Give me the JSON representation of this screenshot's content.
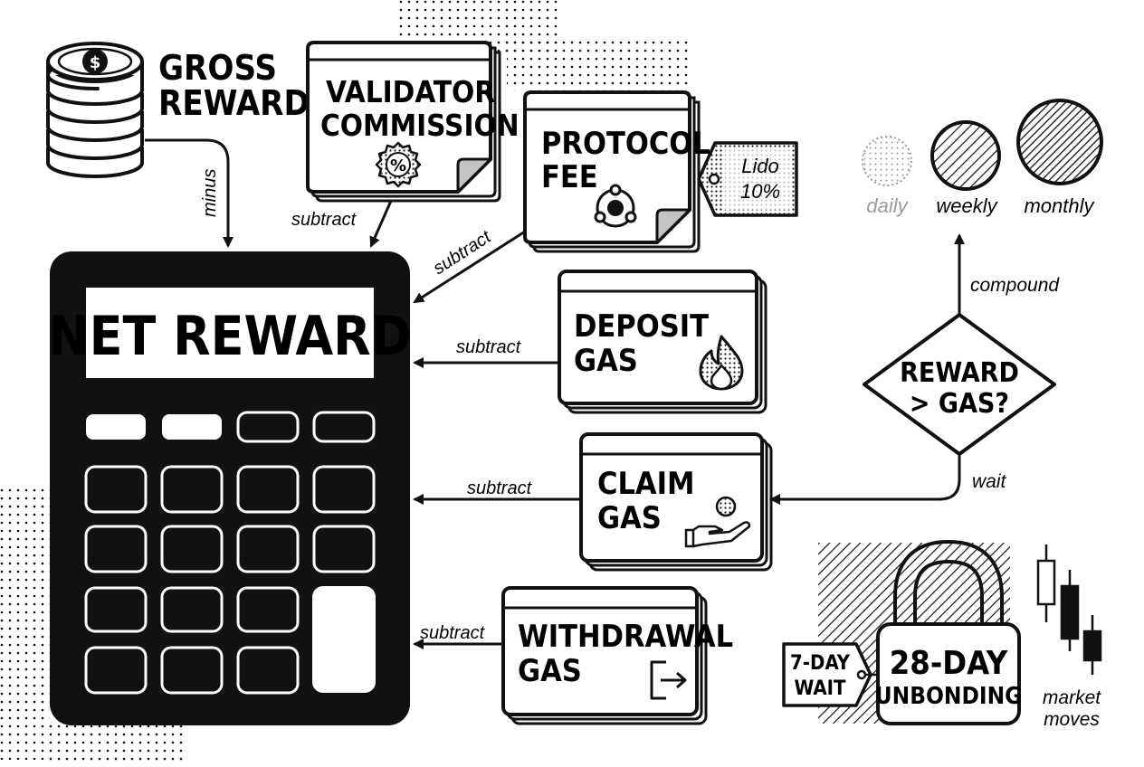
{
  "gross": {
    "line1": "GROSS",
    "line2": "REWARD",
    "edge_label": "minus"
  },
  "calculator": {
    "display": "NET REWARD"
  },
  "validator": {
    "line1": "VALIDATOR",
    "line2": "COMMISSION",
    "icon": "percent-badge-icon",
    "edge_label": "subtract"
  },
  "protocol": {
    "line1": "PROTOCOL",
    "line2": "FEE",
    "icon": "lido-logo-icon",
    "edge_label": "subtract",
    "tag": {
      "line1": "Lido",
      "line2": "10%"
    }
  },
  "deposit": {
    "line1": "DEPOSIT",
    "line2": "GAS",
    "icon": "flame-icon",
    "edge_label": "subtract"
  },
  "claim": {
    "line1": "CLAIM",
    "line2": "GAS",
    "icon": "hand-coin-icon",
    "edge_label": "subtract"
  },
  "withdrawal": {
    "line1": "WITHDRAWAL",
    "line2": "GAS",
    "icon": "exit-arrow-icon",
    "edge_label": "subtract"
  },
  "decision": {
    "line1": "REWARD",
    "line2": "> GAS?",
    "yes_label": "compound",
    "no_label": "wait"
  },
  "frequency": {
    "daily": "daily",
    "weekly": "weekly",
    "monthly": "monthly"
  },
  "lock": {
    "line1": "28-DAY",
    "line2": "UNBONDING",
    "icon": "padlock-icon",
    "tag": {
      "line1": "7-DAY",
      "line2": "WAIT"
    }
  },
  "market": {
    "line1": "market",
    "line2": "moves",
    "icon": "candlestick-icon"
  },
  "colors": {
    "ink": "#111111",
    "paper": "#ffffff",
    "muted": "#9a9a9a",
    "fold": "#bdbdbd"
  }
}
